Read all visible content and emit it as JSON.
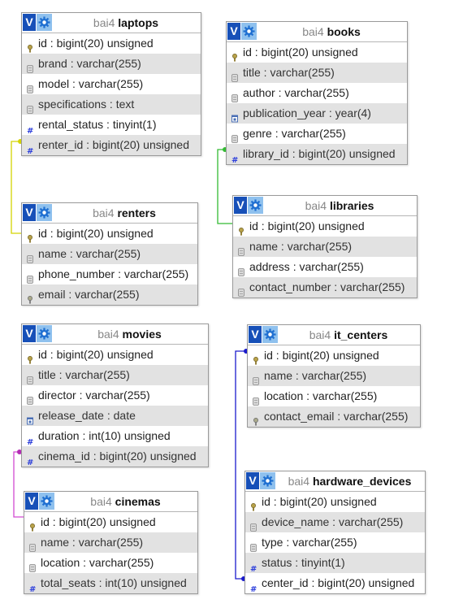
{
  "tables": [
    {
      "id": "laptops",
      "schema": "bai4",
      "name": "laptops",
      "rows": [
        {
          "text": "id : bigint(20) unsigned",
          "icon": "primary-key-icon"
        },
        {
          "text": "brand : varchar(255)",
          "icon": "column-icon"
        },
        {
          "text": "model : varchar(255)",
          "icon": "column-icon"
        },
        {
          "text": "specifications : text",
          "icon": "column-icon"
        },
        {
          "text": "rental_status : tinyint(1)",
          "icon": "numeric-icon"
        },
        {
          "text": "renter_id : bigint(20) unsigned",
          "icon": "numeric-icon"
        }
      ]
    },
    {
      "id": "books",
      "schema": "bai4",
      "name": "books",
      "rows": [
        {
          "text": "id : bigint(20) unsigned",
          "icon": "primary-key-icon"
        },
        {
          "text": "title : varchar(255)",
          "icon": "column-icon"
        },
        {
          "text": "author : varchar(255)",
          "icon": "column-icon"
        },
        {
          "text": "publication_year : year(4)",
          "icon": "date-icon"
        },
        {
          "text": "genre : varchar(255)",
          "icon": "column-icon"
        },
        {
          "text": "library_id : bigint(20) unsigned",
          "icon": "numeric-icon"
        }
      ]
    },
    {
      "id": "renters",
      "schema": "bai4",
      "name": "renters",
      "rows": [
        {
          "text": "id : bigint(20) unsigned",
          "icon": "primary-key-icon"
        },
        {
          "text": "name : varchar(255)",
          "icon": "column-icon"
        },
        {
          "text": "phone_number : varchar(255)",
          "icon": "column-icon"
        },
        {
          "text": "email : varchar(255)",
          "icon": "unique-key-icon"
        }
      ]
    },
    {
      "id": "libraries",
      "schema": "bai4",
      "name": "libraries",
      "rows": [
        {
          "text": "id : bigint(20) unsigned",
          "icon": "primary-key-icon"
        },
        {
          "text": "name : varchar(255)",
          "icon": "column-icon"
        },
        {
          "text": "address : varchar(255)",
          "icon": "column-icon"
        },
        {
          "text": "contact_number : varchar(255)",
          "icon": "column-icon"
        }
      ]
    },
    {
      "id": "movies",
      "schema": "bai4",
      "name": "movies",
      "rows": [
        {
          "text": "id : bigint(20) unsigned",
          "icon": "primary-key-icon"
        },
        {
          "text": "title : varchar(255)",
          "icon": "column-icon"
        },
        {
          "text": "director : varchar(255)",
          "icon": "column-icon"
        },
        {
          "text": "release_date : date",
          "icon": "date-icon"
        },
        {
          "text": "duration : int(10) unsigned",
          "icon": "numeric-icon"
        },
        {
          "text": "cinema_id : bigint(20) unsigned",
          "icon": "numeric-icon"
        }
      ]
    },
    {
      "id": "it_centers",
      "schema": "bai4",
      "name": "it_centers",
      "rows": [
        {
          "text": "id : bigint(20) unsigned",
          "icon": "primary-key-icon"
        },
        {
          "text": "name : varchar(255)",
          "icon": "column-icon"
        },
        {
          "text": "location : varchar(255)",
          "icon": "column-icon"
        },
        {
          "text": "contact_email : varchar(255)",
          "icon": "unique-key-icon"
        }
      ]
    },
    {
      "id": "cinemas",
      "schema": "bai4",
      "name": "cinemas",
      "rows": [
        {
          "text": "id : bigint(20) unsigned",
          "icon": "primary-key-icon"
        },
        {
          "text": "name : varchar(255)",
          "icon": "column-icon"
        },
        {
          "text": "location : varchar(255)",
          "icon": "column-icon"
        },
        {
          "text": "total_seats : int(10) unsigned",
          "icon": "numeric-icon"
        }
      ]
    },
    {
      "id": "hardware_devices",
      "schema": "bai4",
      "name": "hardware_devices",
      "rows": [
        {
          "text": "id : bigint(20) unsigned",
          "icon": "primary-key-icon"
        },
        {
          "text": "device_name : varchar(255)",
          "icon": "column-icon"
        },
        {
          "text": "type : varchar(255)",
          "icon": "column-icon"
        },
        {
          "text": "status : tinyint(1)",
          "icon": "numeric-icon"
        },
        {
          "text": "center_id : bigint(20) unsigned",
          "icon": "numeric-icon"
        }
      ]
    }
  ],
  "toolbar": {
    "view_label": "V"
  },
  "relations": [
    {
      "from": "laptops.renter_id",
      "to": "renters.id",
      "color": "#d4d400"
    },
    {
      "from": "books.library_id",
      "to": "libraries.id",
      "color": "#33bb33"
    },
    {
      "from": "movies.cinema_id",
      "to": "cinemas.id",
      "color": "#d24bd2"
    },
    {
      "from": "hardware_devices.center_id",
      "to": "it_centers.id",
      "color": "#1a1acc"
    }
  ],
  "colors": {
    "view_button": "#1750b8",
    "options_button": "#8fc1ee",
    "alt_row": "#e2e2e2",
    "key": "#b8a24a",
    "numeric": "#2b3ddb"
  }
}
